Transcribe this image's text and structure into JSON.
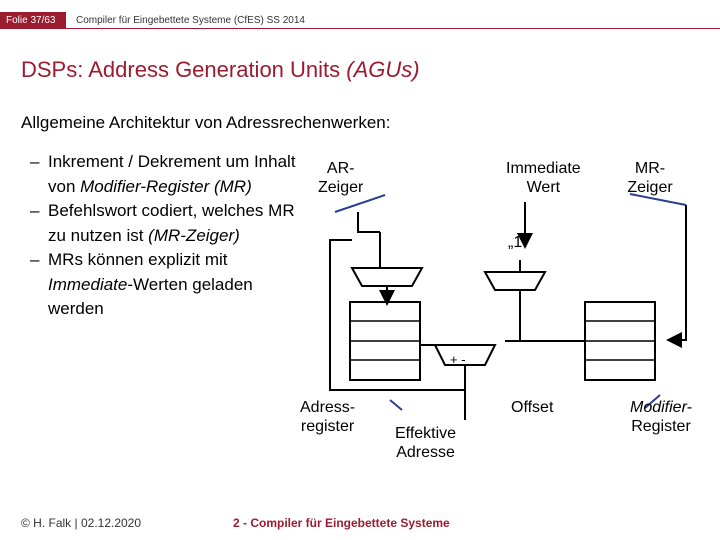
{
  "header": {
    "slide_number": "Folie 37/63",
    "course": "Compiler für Eingebettete Systeme (CfES) SS 2014"
  },
  "title": {
    "main": "DSPs: Address Generation Units ",
    "abbr": "(AGUs)"
  },
  "subtitle": "Allgemeine Architektur von Adressrechenwerken:",
  "bullets": [
    {
      "dash": "–",
      "p1": "Inkrement / Dekrement um Inhalt von ",
      "i1": "Modifier-Register (MR)",
      "p2": ""
    },
    {
      "dash": "–",
      "p1": "Befehlswort codiert, welches MR zu nutzen ist ",
      "i1": "(MR-Zeiger)",
      "p2": ""
    },
    {
      "dash": "–",
      "p1": "MRs können explizit mit ",
      "i1": "Immediate",
      "p2": "-Werten geladen werden"
    }
  ],
  "diagram": {
    "ar_pointer": [
      "AR-",
      "Zeiger"
    ],
    "immediate": [
      "Immediate",
      "Wert"
    ],
    "mr_pointer": [
      "MR-",
      "Zeiger"
    ],
    "one": "„1“",
    "plus_minus": "+ -",
    "address_register": [
      "Adress-",
      "register"
    ],
    "effective_address": [
      "Effektive",
      "Adresse"
    ],
    "offset": "Offset",
    "modifier_register": [
      "Modifier-",
      "Register"
    ]
  },
  "footer": {
    "author_date": "© H. Falk | 02.12.2020",
    "lecture": "2 - Compiler für Eingebettete Systeme"
  },
  "colors": {
    "accent": "#9b1b2f",
    "diagram_line": "#000000",
    "pointer_line": "#2a3f8f"
  }
}
